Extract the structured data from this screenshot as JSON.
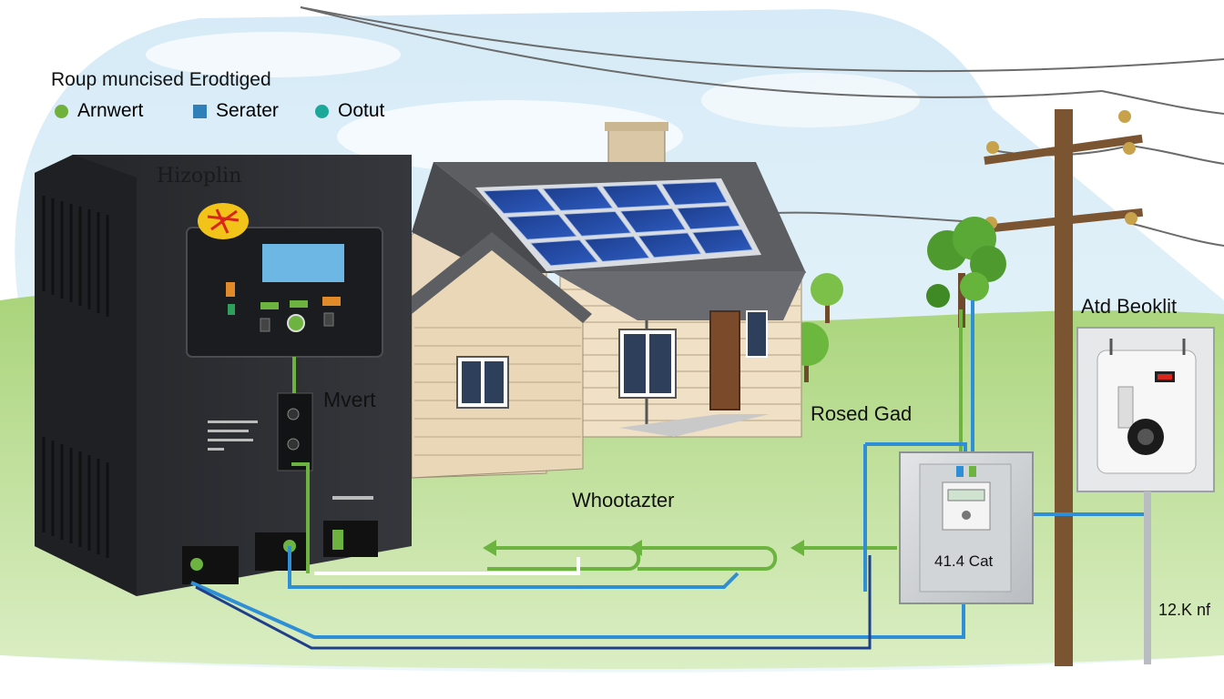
{
  "legend": {
    "title": "Roup muncised  Erodtiged",
    "items": [
      {
        "label": "Arnwert",
        "marker": "circle",
        "color": "#6fb13b"
      },
      {
        "label": "Serater",
        "marker": "square",
        "color": "#2f7fb8"
      },
      {
        "label": "Ootut",
        "marker": "circle",
        "color": "#1aa89b"
      }
    ]
  },
  "device": {
    "title": "Hizoplin",
    "side_label": "Mvert"
  },
  "labels": {
    "house_flow": "Whootazter",
    "grid": "Rosed Gad",
    "meter_panel": "Atd Beoklit",
    "meter_box_value": "41.4 Cat",
    "pole_value": "12.K nf"
  },
  "colors": {
    "wire_green": "#6cb33f",
    "wire_blue": "#2f8fd6",
    "wire_navy": "#1f3f8a",
    "inverter_body": "#2b2d31",
    "roof": "#5a5a5e",
    "siding": "#e9d8bd",
    "grass": "#b9dc8c"
  }
}
